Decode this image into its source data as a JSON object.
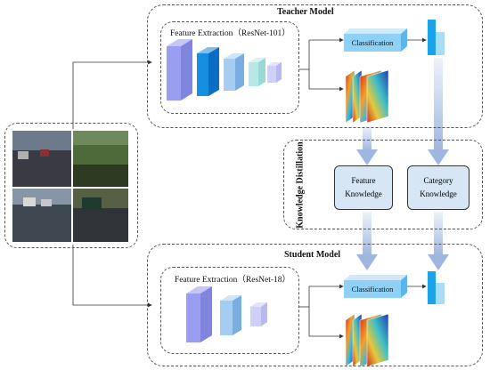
{
  "teacher": {
    "title": "Teacher Model",
    "feature_extraction": "Feature Extraction（ResNet-101）",
    "classification": "Classification"
  },
  "student": {
    "title": "Student Model",
    "feature_extraction": "Feature Extraction（ResNet-18）",
    "classification": "Classification"
  },
  "distillation": {
    "title": "Knowledge Distillation",
    "feature_knowledge": "Feature Knowledge",
    "category_knowledge": "Category Knowledge"
  },
  "colors": {
    "feature_box": "#d6e6f4",
    "bar_dark": "#1aa3e8",
    "bar_light": "#a9dcf5"
  }
}
